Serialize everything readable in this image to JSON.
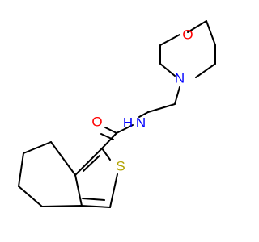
{
  "molecule": {
    "atom_labels": [
      {
        "id": "O_morph",
        "text": "O",
        "color": "#ff0000"
      },
      {
        "id": "N_morph",
        "text": "N",
        "color": "#0000ff"
      },
      {
        "id": "O_amide",
        "text": "O",
        "color": "#ff0000"
      },
      {
        "id": "N_amide",
        "text": "N",
        "color": "#0000ff"
      },
      {
        "id": "H_amide",
        "text": "H",
        "color": "#0000ff"
      },
      {
        "id": "S_ring",
        "text": "S",
        "color": "#b2a200"
      }
    ],
    "bond_color": "#000000"
  }
}
